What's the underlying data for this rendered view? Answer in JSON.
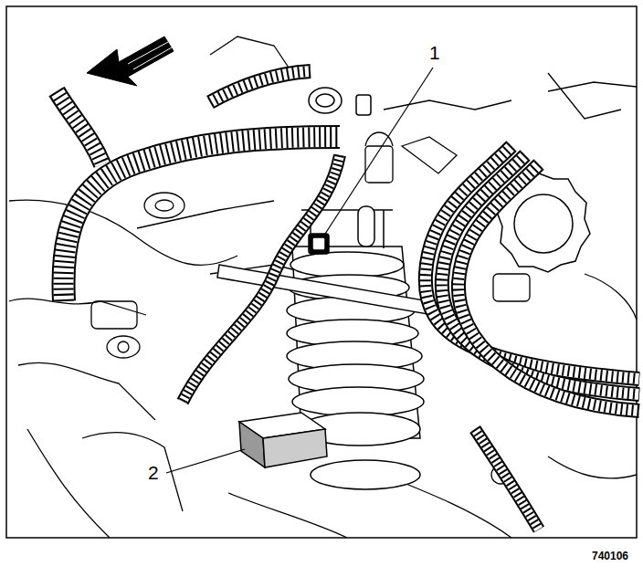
{
  "diagram": {
    "labels": [
      "1",
      "2",
      "740106"
    ]
  }
}
